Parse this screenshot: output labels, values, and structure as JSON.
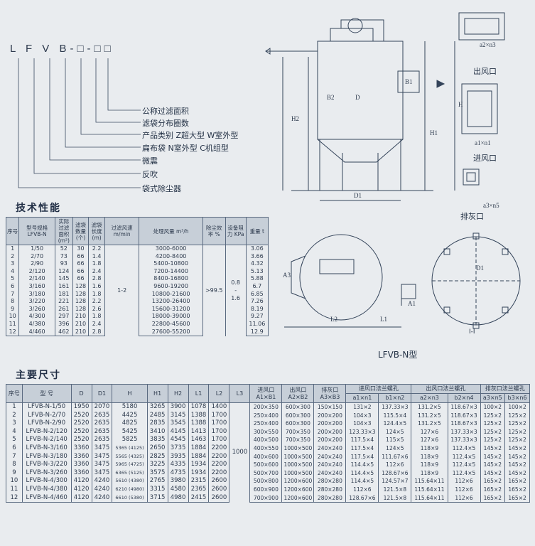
{
  "model_code": "L F V B-□-□□",
  "key_labels": [
    "公称过滤面积",
    "滤袋分布圈数",
    "产品类别  Z超大型  W室外型",
    "扁布袋        N室外型  C机组型",
    "微震",
    "反吹",
    "袋式除尘器"
  ],
  "tech_title": "技术性能",
  "tech_headers": [
    "序号",
    "型号规格 LFVB-N",
    "实际过滤面积(m²)",
    "滤袋数量(个)",
    "滤袋长度(m)",
    "过滤风速 m/min",
    "处理风量 m³/h",
    "除尘效率 %",
    "设备阻力 KPa",
    "重量 t"
  ],
  "tech_rows": [
    [
      "1",
      "1/50",
      "52",
      "30",
      "2.2",
      "3000-6000",
      "3.06"
    ],
    [
      "2",
      "2/70",
      "73",
      "66",
      "1.4",
      "4200-8400",
      "3.66"
    ],
    [
      "3",
      "2/90",
      "93",
      "66",
      "1.8",
      "5400-10800",
      "4.32"
    ],
    [
      "4",
      "2/120",
      "124",
      "66",
      "2.4",
      "7200-14400",
      "5.13"
    ],
    [
      "5",
      "2/140",
      "145",
      "66",
      "2.8",
      "8400-16800",
      "5.88"
    ],
    [
      "6",
      "3/160",
      "161",
      "128",
      "1.6",
      "9600-19200",
      "6.7"
    ],
    [
      "7",
      "3/180",
      "181",
      "128",
      "1.8",
      "10800-21600",
      "6.85"
    ],
    [
      "8",
      "3/220",
      "221",
      "128",
      "2.2",
      "13200-26400",
      "7.26"
    ],
    [
      "9",
      "3/260",
      "261",
      "128",
      "2.6",
      "15600-31200",
      "8.19"
    ],
    [
      "10",
      "4/300",
      "297",
      "210",
      "1.8",
      "18000-39000",
      "9.27"
    ],
    [
      "11",
      "4/380",
      "396",
      "210",
      "2.4",
      "22800-45600",
      "11.06"
    ],
    [
      "12",
      "4/460",
      "462",
      "210",
      "2.8",
      "27600-55200",
      "12.9"
    ]
  ],
  "tech_merged": {
    "speed": "1-2",
    "efficiency": ">99.5",
    "resistance_top": "0.8",
    "resistance_mid": "-",
    "resistance_bottom": "1.6"
  },
  "dims_title": "主要尺寸",
  "dims_headers": {
    "no": "序号",
    "model": "型  号",
    "D": "D",
    "D1": "D1",
    "H": "H",
    "H1": "H1",
    "H2": "H2",
    "L1": "L1",
    "L2": "L2",
    "L3": "L3",
    "inlet": "进风口 A1×B1",
    "outlet": "出风口 A2×B2",
    "ash": "排灰口 A3×B3",
    "in_bolt": "进风口法兰螺孔",
    "out_bolt": "出风口法兰螺孔",
    "ash_bolt": "排灰口法兰螺孔",
    "a1": "a1×n1",
    "b1": "b1×n2",
    "a2": "a2×n3",
    "b2": "b2×n4",
    "a3": "a3×n5",
    "b3": "b3×n6"
  },
  "dims_rows": [
    [
      "1",
      "LFVB-N-1/50",
      "1950",
      "2070",
      "5180",
      "3265",
      "3900",
      "1078",
      "1400",
      "200×350",
      "600×300",
      "150×150",
      "131×2",
      "137.33×3",
      "131.2×5",
      "118.67×3",
      "100×2",
      "100×2"
    ],
    [
      "2",
      "LFVB-N-2/70",
      "2520",
      "2635",
      "4425",
      "2485",
      "3145",
      "1388",
      "1700",
      "250×400",
      "600×300",
      "200×200",
      "104×3",
      "115.5×4",
      "131.2×5",
      "118.67×3",
      "125×2",
      "125×2"
    ],
    [
      "3",
      "LFVB-N-2/90",
      "2520",
      "2635",
      "4825",
      "2835",
      "3545",
      "1388",
      "1700",
      "250×400",
      "600×300",
      "200×200",
      "104×3",
      "124.4×5",
      "131.2×5",
      "118.67×3",
      "125×2",
      "125×2"
    ],
    [
      "4",
      "LFVB-N-2/120",
      "2520",
      "2635",
      "5425",
      "3410",
      "4145",
      "1413",
      "1700",
      "300×550",
      "700×350",
      "200×200",
      "123.33×3",
      "124×5",
      "127×6",
      "137.33×3",
      "125×2",
      "125×2"
    ],
    [
      "5",
      "LFVB-N-2/140",
      "2520",
      "2635",
      "5825",
      "3835",
      "4545",
      "1463",
      "1700",
      "400×500",
      "700×350",
      "200×200",
      "117.5×4",
      "115×5",
      "127×6",
      "137.33×3",
      "125×2",
      "125×2"
    ],
    [
      "6",
      "LFVB-N-3/160",
      "3360",
      "3475",
      "5365 (4125)",
      "2650",
      "3735",
      "1884",
      "2200",
      "400×550",
      "1000×500",
      "240×240",
      "117.5×4",
      "124×5",
      "118×9",
      "112.4×5",
      "145×2",
      "145×2"
    ],
    [
      "7",
      "LFVB-N-3/180",
      "3360",
      "3475",
      "5565 (4325)",
      "2825",
      "3935",
      "1884",
      "2200",
      "400×600",
      "1000×500",
      "240×240",
      "117.5×4",
      "111.67×6",
      "118×9",
      "112.4×5",
      "145×2",
      "145×2"
    ],
    [
      "8",
      "LFVB-N-3/220",
      "3360",
      "3475",
      "5965 (4725)",
      "3225",
      "4335",
      "1934",
      "2200",
      "500×600",
      "1000×500",
      "240×240",
      "114.4×5",
      "112×6",
      "118×9",
      "112.4×5",
      "145×2",
      "145×2"
    ],
    [
      "9",
      "LFVB-N-3/260",
      "3360",
      "3475",
      "6365 (5125)",
      "3575",
      "4735",
      "1934",
      "2200",
      "500×700",
      "1000×500",
      "240×240",
      "114.4×5",
      "128.67×6",
      "118×9",
      "112.4×5",
      "145×2",
      "145×2"
    ],
    [
      "10",
      "LFVB-N-4/300",
      "4120",
      "4240",
      "5610 (4380)",
      "2765",
      "3980",
      "2315",
      "2600",
      "500×800",
      "1200×600",
      "280×280",
      "114.4×5",
      "124.57×7",
      "115.64×11",
      "112×6",
      "165×2",
      "165×2"
    ],
    [
      "11",
      "LFVB-N-4/380",
      "4120",
      "4240",
      "6210 (4980)",
      "3315",
      "4580",
      "2365",
      "2600",
      "600×900",
      "1200×600",
      "280×280",
      "112×6",
      "121.5×8",
      "115.64×11",
      "112×6",
      "165×2",
      "165×2"
    ],
    [
      "12",
      "LFVB-N-4/460",
      "4120",
      "4240",
      "6610 (5380)",
      "3715",
      "4980",
      "2415",
      "2600",
      "700×900",
      "1200×600",
      "280×280",
      "128.67×6",
      "121.5×8",
      "115.64×11",
      "112×6",
      "165×2",
      "165×2"
    ]
  ],
  "dims_L3": "1000",
  "diagram_labels": {
    "outlet": "出风口",
    "inlet": "进风口",
    "ash": "排灰口",
    "model_caption": "LFVB-N型",
    "section": "I-I"
  }
}
